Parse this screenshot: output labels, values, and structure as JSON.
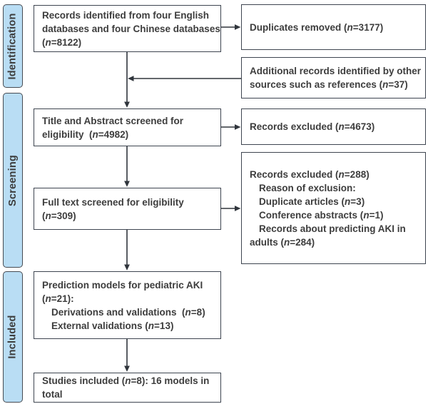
{
  "figure": {
    "type": "prisma-flow-diagram",
    "stages": [
      {
        "label": "Identification"
      },
      {
        "label": "Screening"
      },
      {
        "label": "Included"
      }
    ],
    "boxes": {
      "identified": {
        "lines": [
          {
            "text": "Records identified from four English",
            "indent": 0
          },
          {
            "text": "databases and four Chinese databases",
            "indent": 0
          },
          {
            "text": "(n=8122)",
            "indent": 0
          }
        ]
      },
      "duplicates_removed": {
        "lines": [
          {
            "text": "Duplicates removed (n=3177)",
            "indent": 0
          }
        ]
      },
      "additional_records": {
        "lines": [
          {
            "text": "Additional records identified by other",
            "indent": 0
          },
          {
            "text": "sources such as references (n=37)",
            "indent": 0
          }
        ]
      },
      "title_abstract": {
        "lines": [
          {
            "text": "Title and Abstract screened for",
            "indent": 0
          },
          {
            "text": "eligibility  (n=4982)",
            "indent": 0
          }
        ]
      },
      "excluded_screening": {
        "lines": [
          {
            "text": "Records excluded (n=4673)",
            "indent": 0
          }
        ]
      },
      "full_text": {
        "lines": [
          {
            "text": "Full text screened for eligibility",
            "indent": 0
          },
          {
            "text": "(n=309)",
            "indent": 0
          }
        ]
      },
      "excluded_fulltext": {
        "lines": [
          {
            "text": "Records excluded (n=288)",
            "indent": 0
          },
          {
            "text": "Reason of exclusion:",
            "indent": 1
          },
          {
            "text": "Duplicate articles (n=3)",
            "indent": 1
          },
          {
            "text": "Conference abstracts (n=1)",
            "indent": 1
          },
          {
            "text": "Records about predicting AKI in",
            "indent": 1
          },
          {
            "text": "adults (n=284)",
            "indent": 0
          }
        ]
      },
      "prediction_models": {
        "lines": [
          {
            "text": "Prediction models for pediatric AKI",
            "indent": 0
          },
          {
            "text": "(n=21):",
            "indent": 0
          },
          {
            "text": "Derivations and validations  (n=8)",
            "indent": 1
          },
          {
            "text": "External validations (n=13)",
            "indent": 1
          }
        ]
      },
      "studies_included": {
        "lines": [
          {
            "text": "Studies included (n=8): 16 models in",
            "indent": 0
          },
          {
            "text": "total",
            "indent": 0
          }
        ]
      }
    },
    "colors": {
      "stage_fill": "#b9ddf4",
      "stage_border": "#474c53",
      "box_border": "#3e4550",
      "box_fill": "#ffffff",
      "arrow": "#30353c",
      "text": "#3d3d3d",
      "background": "#ffffff"
    }
  }
}
